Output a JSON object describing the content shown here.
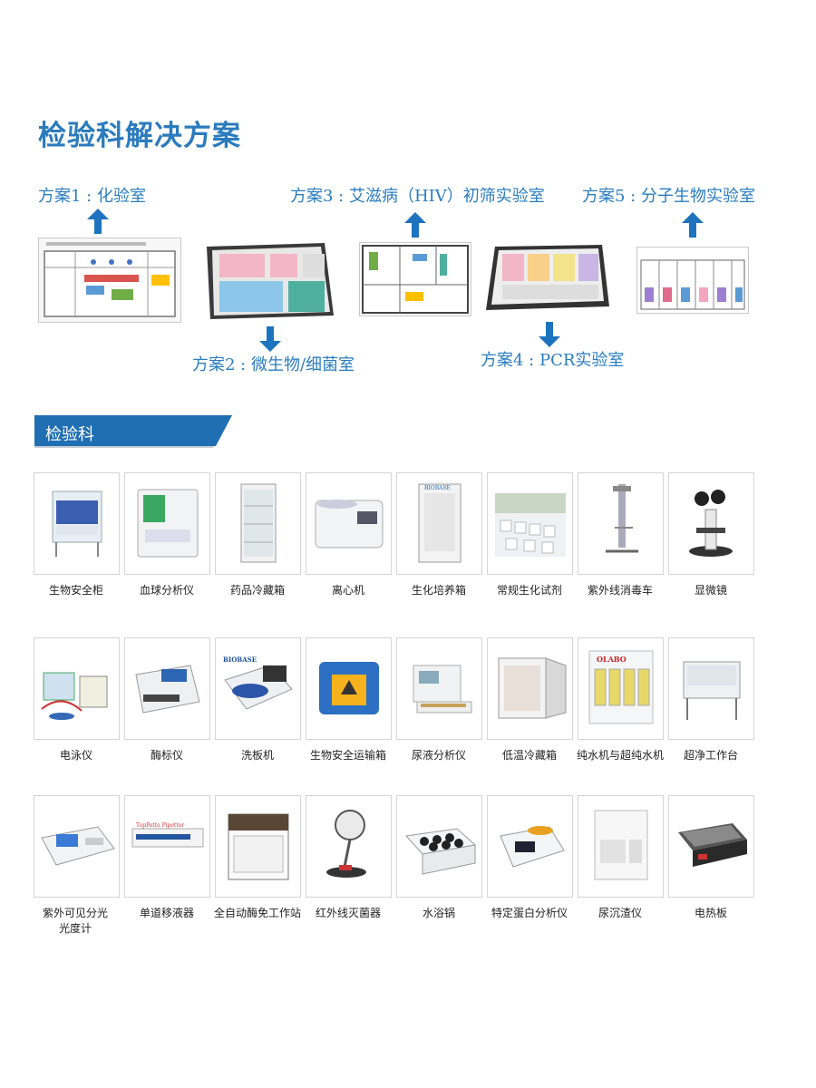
{
  "page": {
    "title": "检验科解决方案"
  },
  "plans": [
    {
      "label": "方案1 : 化验室"
    },
    {
      "label": "方案2 : 微生物/细菌室"
    },
    {
      "label": "方案3 : 艾滋病（HIV）初筛实验室"
    },
    {
      "label": "方案4 : PCR实验室"
    },
    {
      "label": "方案5 : 分子生物实验室"
    }
  ],
  "section": {
    "title": "检验科"
  },
  "products": [
    {
      "label": "生物安全柜",
      "icon": "biosafety-cabinet-icon"
    },
    {
      "label": "血球分析仪",
      "icon": "hematology-analyzer-icon"
    },
    {
      "label": "药品冷藏箱",
      "icon": "pharmacy-refrigerator-icon"
    },
    {
      "label": "离心机",
      "icon": "centrifuge-icon"
    },
    {
      "label": "生化培养箱",
      "icon": "incubator-icon"
    },
    {
      "label": "常规生化试剂",
      "icon": "reagents-icon"
    },
    {
      "label": "紫外线消毒车",
      "icon": "uv-cart-icon"
    },
    {
      "label": "显微镜",
      "icon": "microscope-icon"
    },
    {
      "label": "电泳仪",
      "icon": "electrophoresis-icon"
    },
    {
      "label": "酶标仪",
      "icon": "microplate-reader-icon"
    },
    {
      "label": "洗板机",
      "icon": "plate-washer-icon"
    },
    {
      "label": "生物安全运输箱",
      "icon": "transport-box-icon"
    },
    {
      "label": "尿液分析仪",
      "icon": "urine-analyzer-icon"
    },
    {
      "label": "低温冷藏箱",
      "icon": "low-temp-fridge-icon"
    },
    {
      "label": "纯水机与超纯水机",
      "icon": "water-purifier-icon"
    },
    {
      "label": "超净工作台",
      "icon": "clean-bench-icon"
    },
    {
      "label": "紫外可见分光光度计",
      "icon": "spectrophotometer-icon"
    },
    {
      "label": "单道移液器",
      "icon": "pipette-icon"
    },
    {
      "label": "全自动酶免工作站",
      "icon": "elisa-workstation-icon"
    },
    {
      "label": "红外线灭菌器",
      "icon": "ir-sterilizer-icon"
    },
    {
      "label": "水浴锅",
      "icon": "water-bath-icon"
    },
    {
      "label": "特定蛋白分析仪",
      "icon": "protein-analyzer-icon"
    },
    {
      "label": "尿沉渣仪",
      "icon": "urine-sediment-icon"
    },
    {
      "label": "电热板",
      "icon": "hot-plate-icon"
    }
  ],
  "colors": {
    "accent": "#2b7bbd",
    "banner": "#1f6fb2",
    "banner_shadow": "#c8cdd3"
  }
}
